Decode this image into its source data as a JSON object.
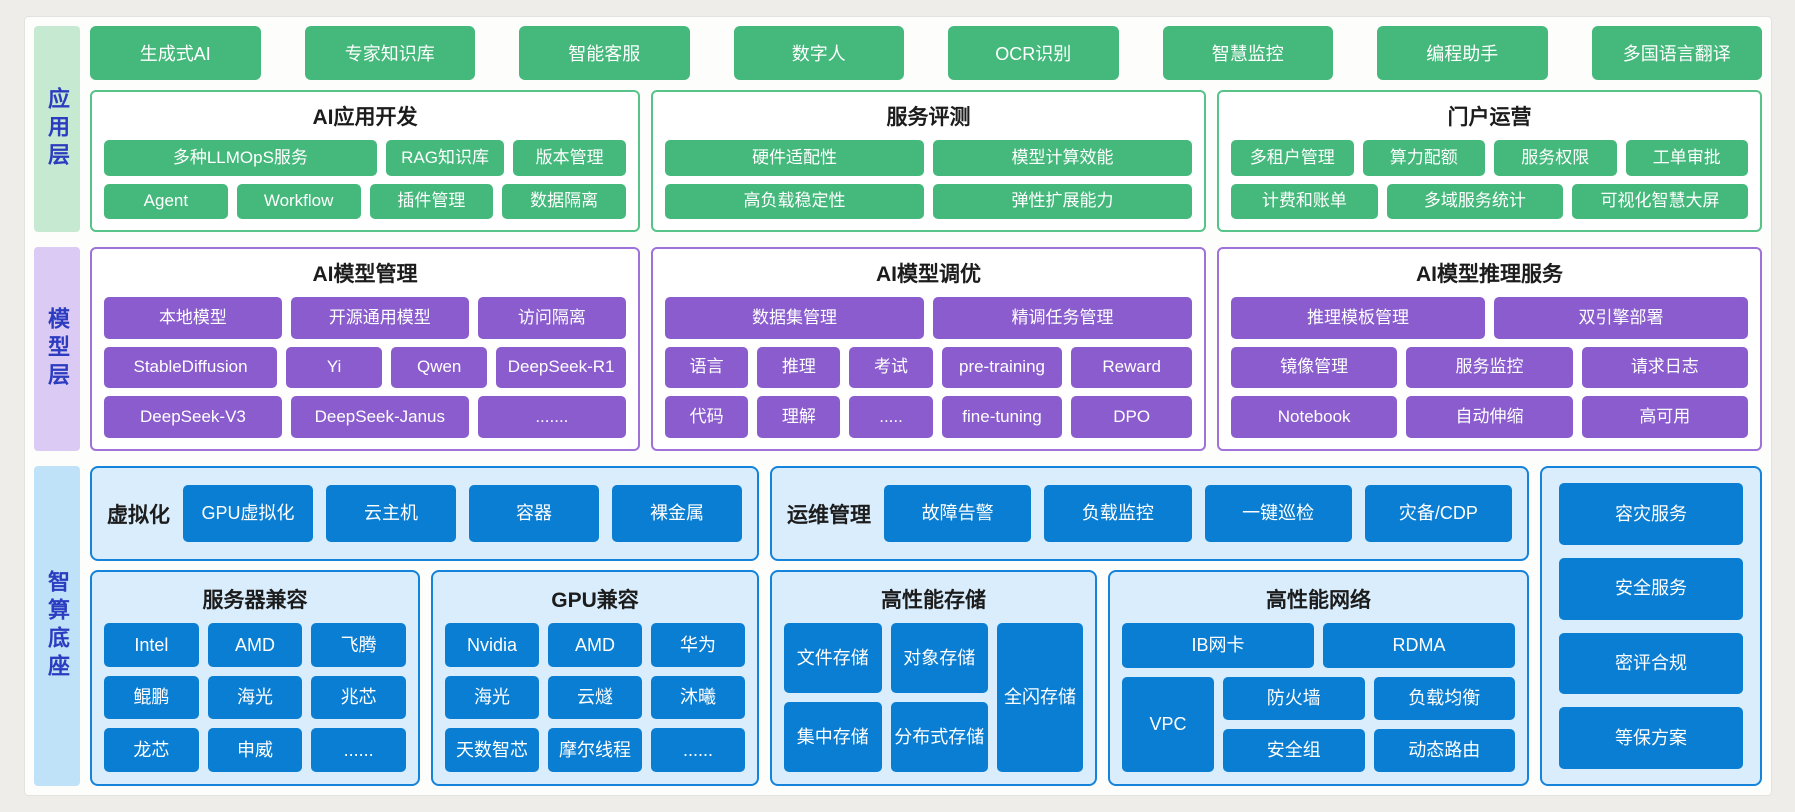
{
  "colors": {
    "green_button": "#45b97c",
    "green_border": "#58c389",
    "purple_button": "#8a5ccd",
    "purple_border": "#9e72d9",
    "blue_button": "#0a7ed2",
    "blue_panel_bg": "#d9edfc",
    "blue_panel_border": "#1583da",
    "tab_text": "#2b3cc0",
    "tab_green_bg": "#c6e9d2",
    "tab_purple_bg": "#dbcaf3",
    "tab_blue_bg": "#c0e2f8"
  },
  "layers": {
    "application": {
      "label": "应用层",
      "top_buttons": [
        "生成式AI",
        "专家知识库",
        "智能客服",
        "数字人",
        "OCR识别",
        "智慧监控",
        "编程助手",
        "多国语言翻译"
      ],
      "groups": [
        {
          "title": "AI应用开发",
          "rows": [
            [
              "多种LLMOpS服务",
              "RAG知识库",
              "版本管理"
            ],
            [
              "Agent",
              "Workflow",
              "插件管理",
              "数据隔离"
            ]
          ]
        },
        {
          "title": "服务评测",
          "rows": [
            [
              "硬件适配性",
              "模型计算效能"
            ],
            [
              "高负载稳定性",
              "弹性扩展能力"
            ]
          ]
        },
        {
          "title": "门户运营",
          "rows": [
            [
              "多租户管理",
              "算力配额",
              "服务权限",
              "工单审批"
            ],
            [
              "计费和账单",
              "多域服务统计",
              "可视化智慧大屏"
            ]
          ]
        }
      ]
    },
    "model": {
      "label": "模型层",
      "groups": [
        {
          "title": "AI模型管理",
          "rows": [
            [
              "本地模型",
              "开源通用模型",
              "访问隔离"
            ],
            [
              "StableDiffusion",
              "Yi",
              "Qwen",
              "DeepSeek-R1"
            ],
            [
              "DeepSeek-V3",
              "DeepSeek-Janus",
              "......."
            ]
          ]
        },
        {
          "title": "AI模型调优",
          "rows": [
            [
              "数据集管理",
              "精调任务管理"
            ],
            [
              "语言",
              "推理",
              "考试",
              "pre-training",
              "Reward"
            ],
            [
              "代码",
              "理解",
              ".....",
              "fine-tuning",
              "DPO"
            ]
          ]
        },
        {
          "title": "AI模型推理服务",
          "rows": [
            [
              "推理模板管理",
              "双引擎部署"
            ],
            [
              "镜像管理",
              "服务监控",
              "请求日志"
            ],
            [
              "Notebook",
              "自动伸缩",
              "高可用"
            ]
          ]
        }
      ]
    },
    "base": {
      "label": "智算底座",
      "virtualization": {
        "label": "虚拟化",
        "buttons": [
          "GPU虚拟化",
          "云主机",
          "容器",
          "裸金属"
        ]
      },
      "ops": {
        "label": "运维管理",
        "buttons": [
          "故障告警",
          "负载监控",
          "一键巡检",
          "灾备/CDP"
        ]
      },
      "server_compat": {
        "title": "服务器兼容",
        "items": [
          "Intel",
          "AMD",
          "飞腾",
          "鲲鹏",
          "海光",
          "兆芯",
          "龙芯",
          "申威",
          "......"
        ]
      },
      "gpu_compat": {
        "title": "GPU兼容",
        "items": [
          "Nvidia",
          "AMD",
          "华为",
          "海光",
          "云燧",
          "沐曦",
          "天数智芯",
          "摩尔线程",
          "......"
        ]
      },
      "storage": {
        "title": "高性能存储",
        "cells": {
          "r1c1": "文件存储",
          "r1c2": "对象存储",
          "r2c1": "集中存储",
          "r2c2": "分布式存储",
          "tall": "全闪存储"
        }
      },
      "network": {
        "title": "高性能网络",
        "r1": [
          "IB网卡",
          "RDMA"
        ],
        "vpc": "VPC",
        "col2": [
          "防火墙",
          "安全组"
        ],
        "col3": [
          "负载均衡",
          "动态路由"
        ]
      },
      "services": [
        "容灾服务",
        "安全服务",
        "密评合规",
        "等保方案"
      ]
    }
  }
}
